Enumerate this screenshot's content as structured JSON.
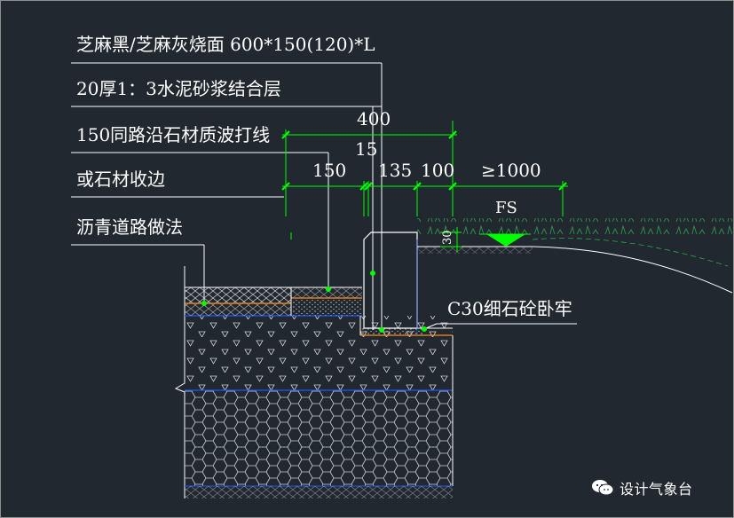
{
  "annotations": {
    "line1": "芝麻黑/芝麻灰烧面 600*150(120)*L",
    "line2": "20厚1：3水泥砂浆结合层",
    "line3": "150同路沿石材质波打线",
    "line4": "或石材收边",
    "line5": "沥青道路做法",
    "curb_base": "C30细石砼卧牢"
  },
  "dimensions": {
    "total": "400",
    "gap": "15",
    "d150": "150",
    "d135": "135",
    "d100": "100",
    "d1000": "≥1000",
    "height_30": "30"
  },
  "markers": {
    "fs": "FS"
  },
  "watermark": {
    "text": "设计气象台",
    "icon": "wechat-icon"
  },
  "colors": {
    "background": "#212830",
    "text": "#ffffff",
    "dimension_green": "#00ff00",
    "pavement_blue": "#2255ff",
    "mortar_orange": "#ff8c1a",
    "hatch_white": "#cfcfcf"
  }
}
